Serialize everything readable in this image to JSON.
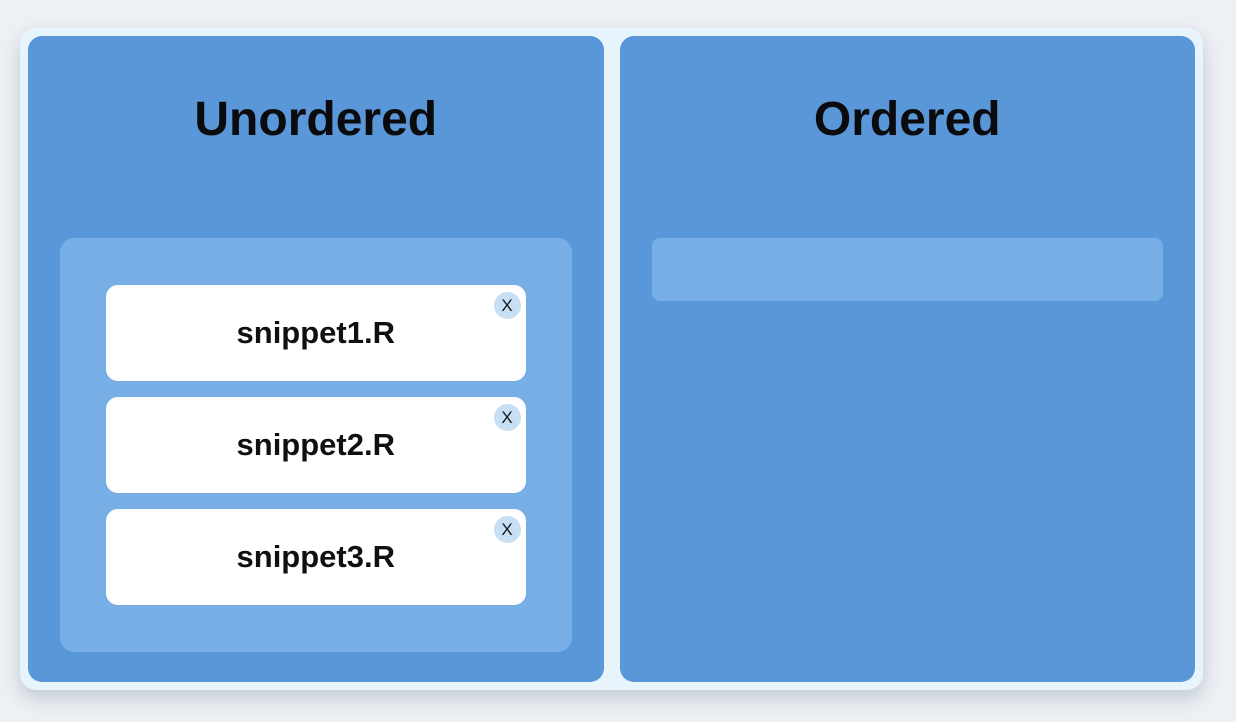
{
  "colors": {
    "page_background": "#edf0f4",
    "board_background": "#e8f4fc",
    "panel_background": "#5997d8",
    "dropzone_background": "#77aee5",
    "card_background": "#ffffff",
    "close_button_background": "#c6dff5",
    "text": "#0b0b0d"
  },
  "panels": [
    {
      "id": "unordered",
      "title": "Unordered",
      "items": [
        {
          "label": "snippet1.R",
          "close_icon": "X"
        },
        {
          "label": "snippet2.R",
          "close_icon": "X"
        },
        {
          "label": "snippet3.R",
          "close_icon": "X"
        }
      ]
    },
    {
      "id": "ordered",
      "title": "Ordered",
      "items": []
    }
  ]
}
